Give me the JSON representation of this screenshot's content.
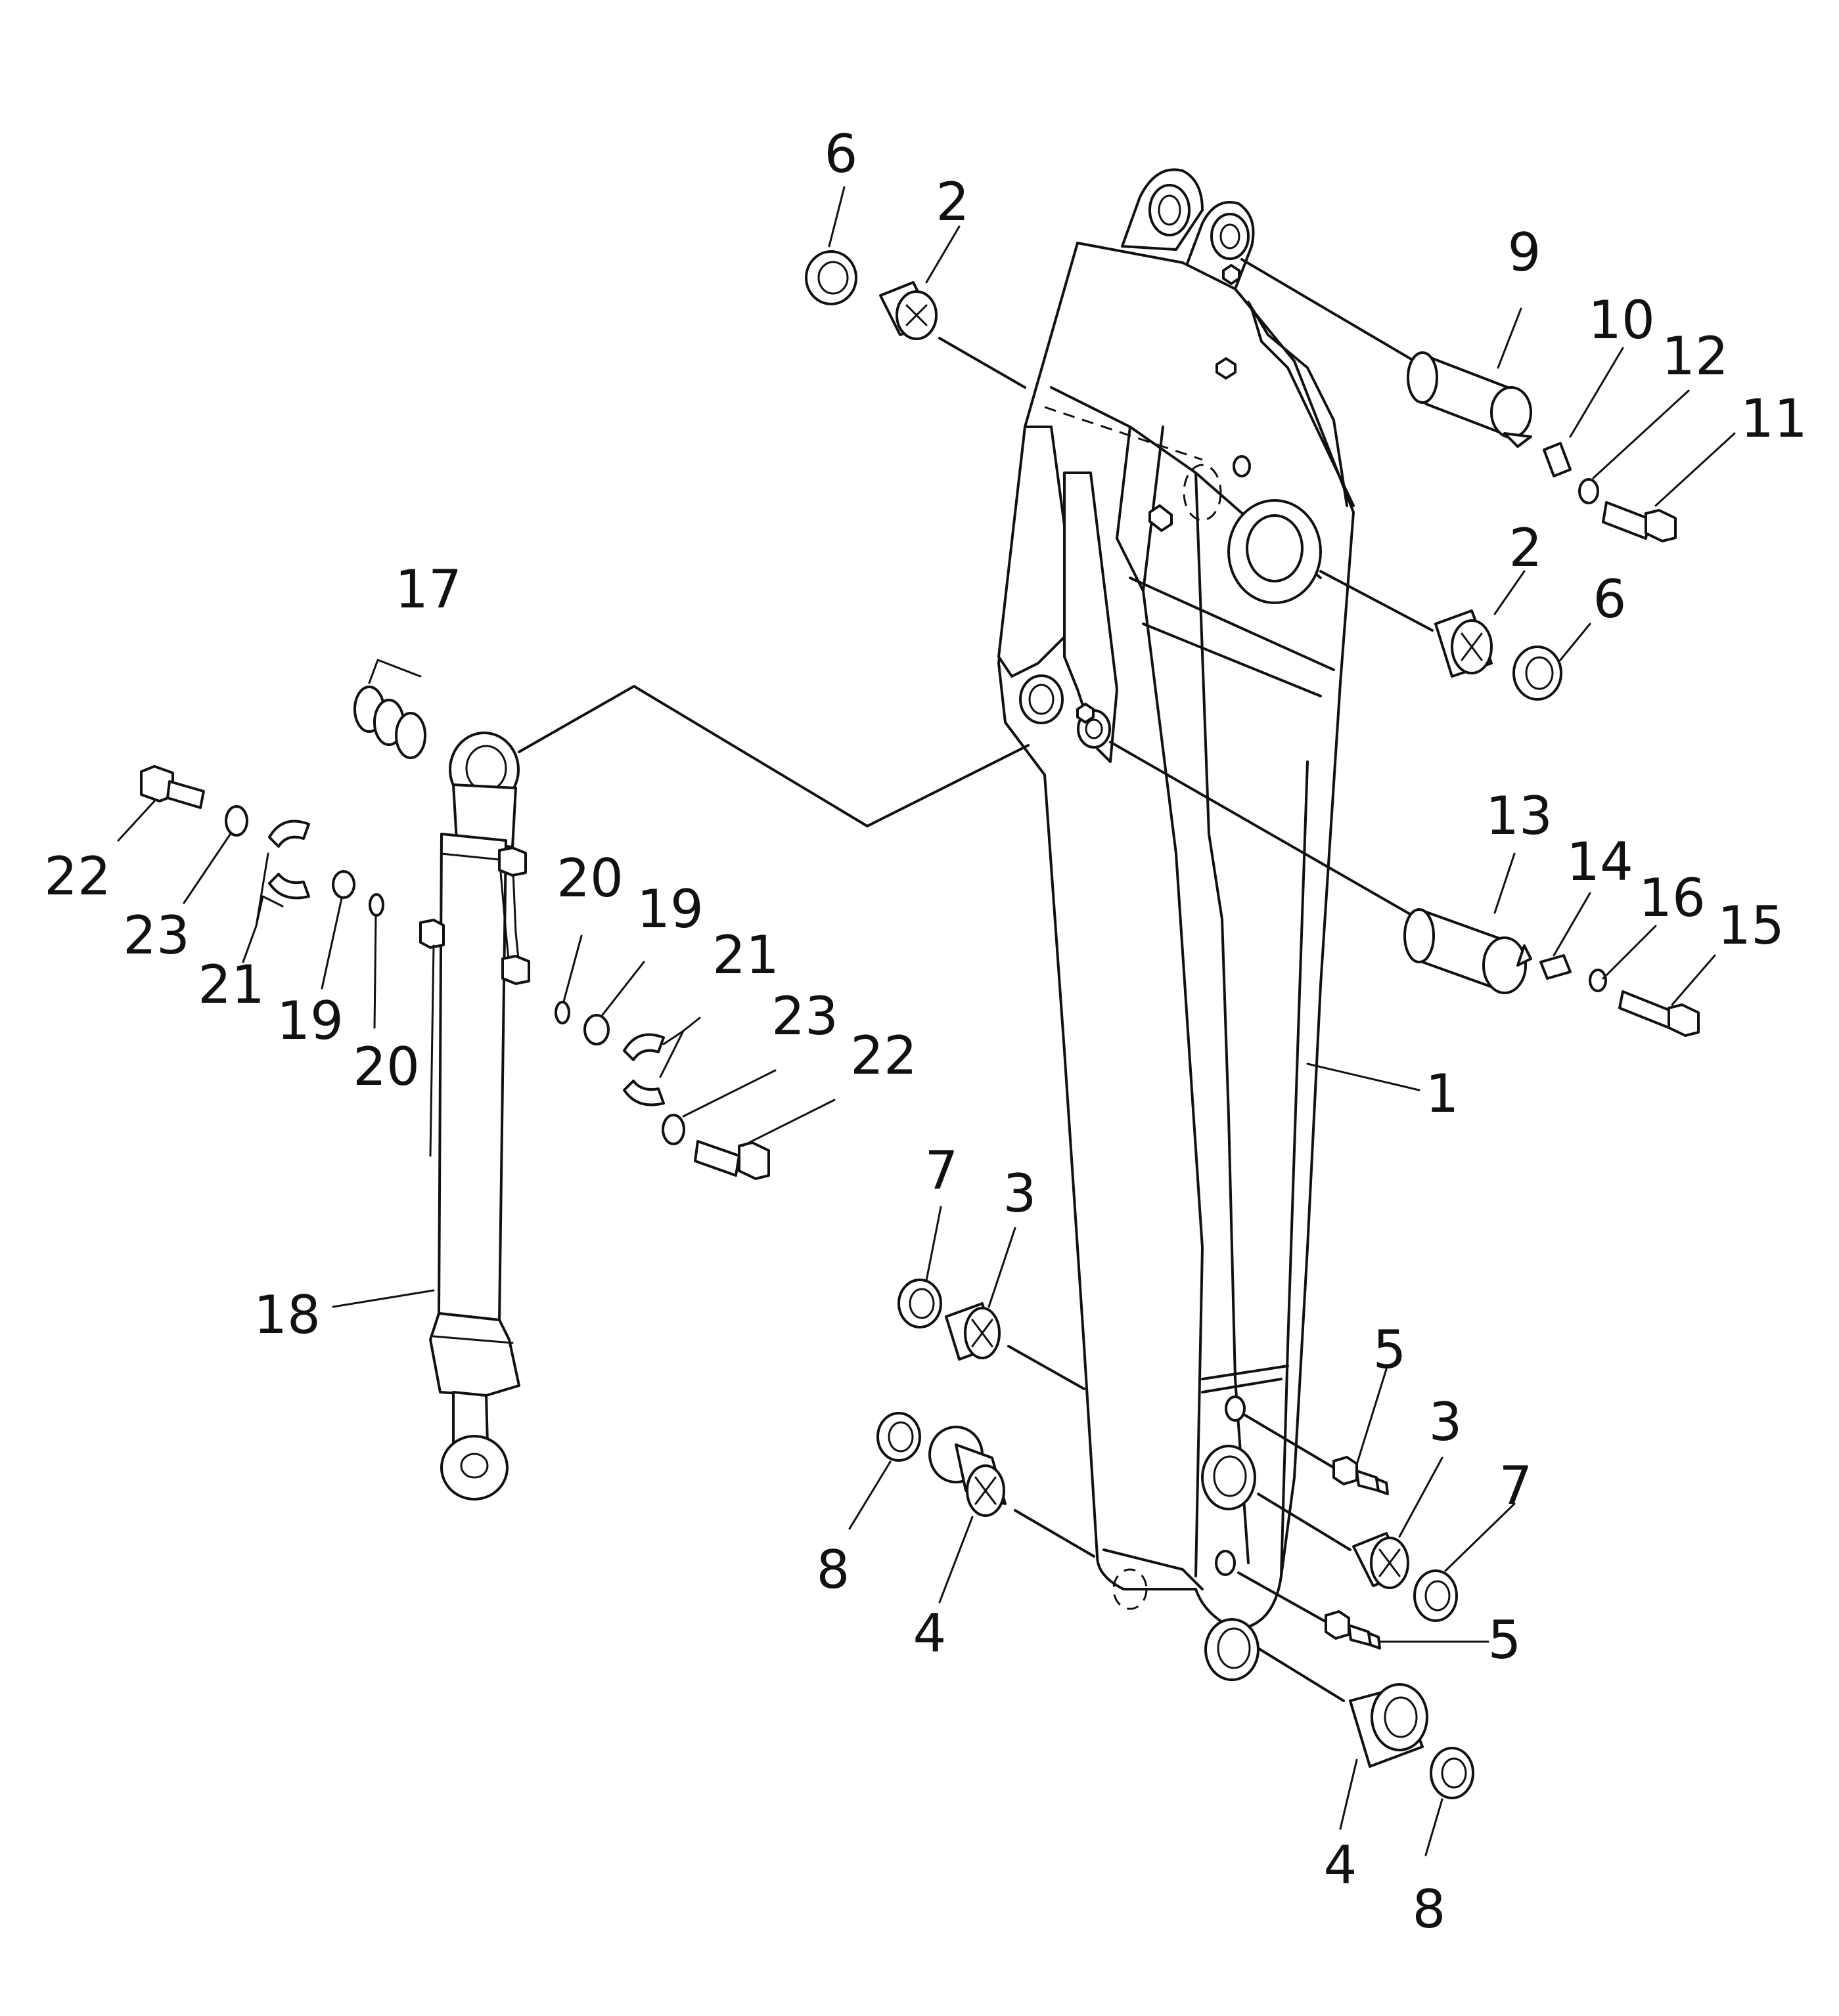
{
  "diagram": {
    "callouts": [
      {
        "id": "c6a",
        "text": "6"
      },
      {
        "id": "c2a",
        "text": "2"
      },
      {
        "id": "c9",
        "text": "9"
      },
      {
        "id": "c10",
        "text": "10"
      },
      {
        "id": "c12",
        "text": "12"
      },
      {
        "id": "c11",
        "text": "11"
      },
      {
        "id": "c2b",
        "text": "2"
      },
      {
        "id": "c6b",
        "text": "6"
      },
      {
        "id": "c17",
        "text": "17"
      },
      {
        "id": "c13",
        "text": "13"
      },
      {
        "id": "c14",
        "text": "14"
      },
      {
        "id": "c16",
        "text": "16"
      },
      {
        "id": "c15",
        "text": "15"
      },
      {
        "id": "c22a",
        "text": "22"
      },
      {
        "id": "c23a",
        "text": "23"
      },
      {
        "id": "c21a",
        "text": "21"
      },
      {
        "id": "c19a",
        "text": "19"
      },
      {
        "id": "c20a",
        "text": "20"
      },
      {
        "id": "c20b",
        "text": "20"
      },
      {
        "id": "c19b",
        "text": "19"
      },
      {
        "id": "c21b",
        "text": "21"
      },
      {
        "id": "c23b",
        "text": "23"
      },
      {
        "id": "c22b",
        "text": "22"
      },
      {
        "id": "c1",
        "text": "1"
      },
      {
        "id": "c7a",
        "text": "7"
      },
      {
        "id": "c3a",
        "text": "3"
      },
      {
        "id": "c18",
        "text": "18"
      },
      {
        "id": "c5a",
        "text": "5"
      },
      {
        "id": "c3b",
        "text": "3"
      },
      {
        "id": "c7b",
        "text": "7"
      },
      {
        "id": "c8a",
        "text": "8"
      },
      {
        "id": "c4a",
        "text": "4"
      },
      {
        "id": "c5b",
        "text": "5"
      },
      {
        "id": "c4b",
        "text": "4"
      },
      {
        "id": "c8b",
        "text": "8"
      }
    ]
  }
}
